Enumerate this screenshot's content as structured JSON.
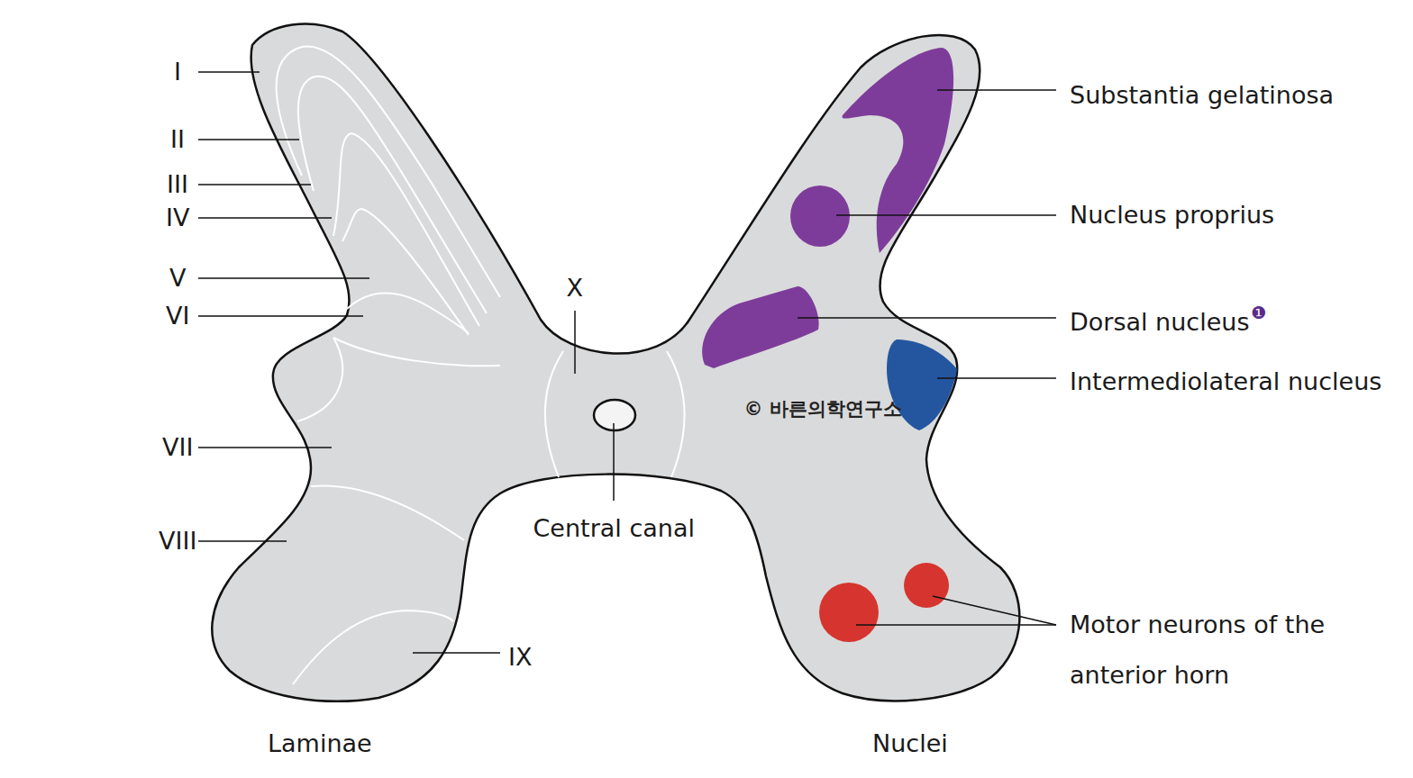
{
  "diagram": {
    "labels": [
      "I",
      "II",
      "III",
      "IV",
      "V",
      "VI",
      "VII",
      "VIII",
      "IX",
      "X",
      "Central canal",
      "Substantia gelatinosa",
      "Nucleus proprius",
      "Dorsal nucleus",
      "❶",
      "Intermediolateral nucleus",
      "Motor neurons of the anterior horn",
      "Laminae",
      "Nuclei",
      "© 바른의학연구소"
    ]
  }
}
